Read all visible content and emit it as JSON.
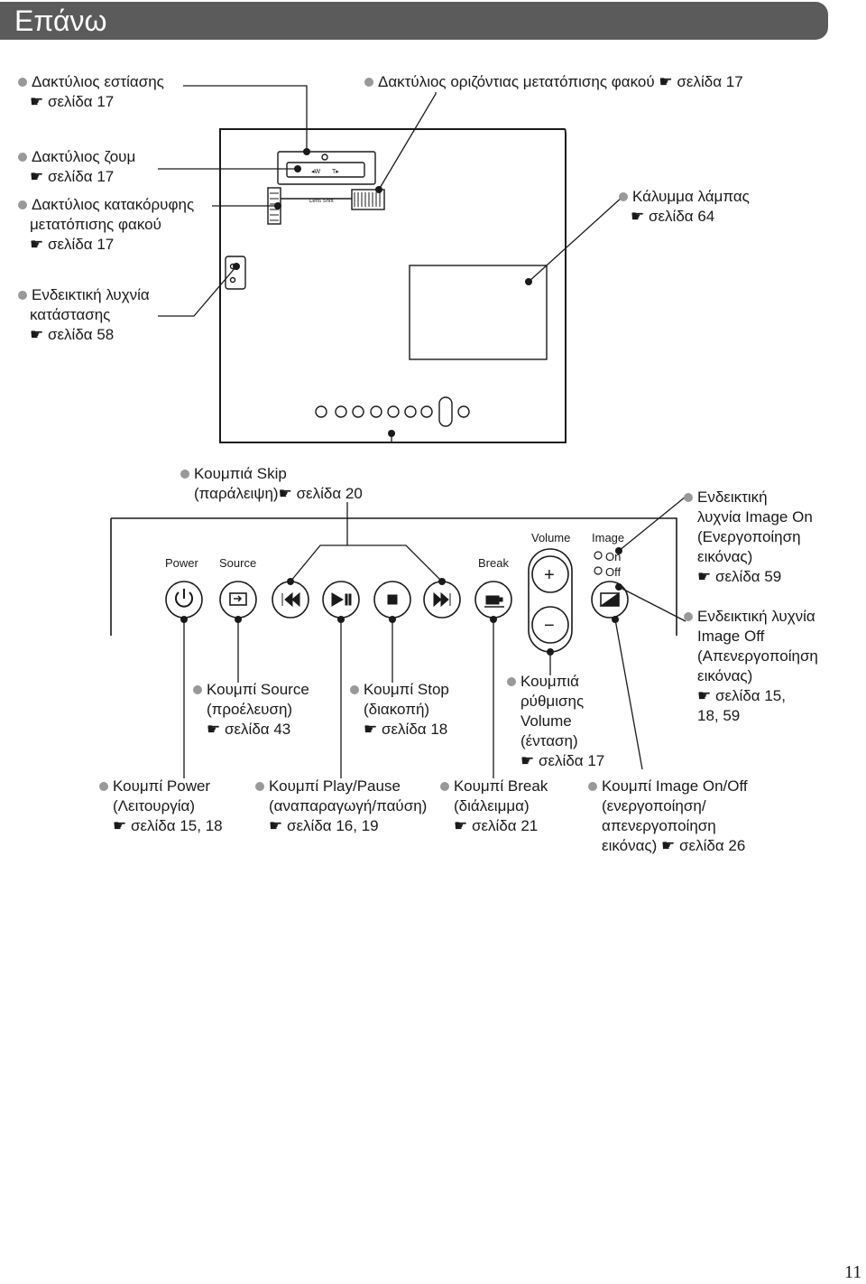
{
  "header": {
    "title": "Επάνω"
  },
  "page_number": "11",
  "ref_icon": "☛",
  "labels": {
    "focus_ring": {
      "text": "Δακτύλιος εστίασης",
      "ref": "σελίδα 17"
    },
    "horizontal_shift_ring": {
      "text": "Δακτύλιος οριζόντιας μετατόπισης φακού",
      "ref": "σελίδα 17"
    },
    "zoom_ring": {
      "text": "Δακτύλιος ζουμ",
      "ref": "σελίδα 17"
    },
    "vertical_shift_ring": {
      "line1": "Δακτύλιος κατακόρυφης",
      "line2": "μετατόπισης φακού",
      "ref": "σελίδα 17"
    },
    "lamp_cover": {
      "text": "Κάλυμμα λάμπας",
      "ref": "σελίδα 64"
    },
    "status_indicator": {
      "line1": "Ενδεικτική λυχνία",
      "line2": "κατάστασης",
      "ref": "σελίδα 58"
    },
    "skip_buttons": {
      "line1": "Κουμπιά Skip",
      "line2": "(παράλειψη)",
      "ref": "σελίδα 20"
    },
    "image_on_indicator": {
      "line1": "Ενδεικτική",
      "line2": "λυχνία Image On",
      "line3": "(Ενεργοποίηση",
      "line4": "εικόνας)",
      "ref": "σελίδα 59"
    },
    "image_off_indicator": {
      "line1": "Ενδεικτική λυχνία",
      "line2": "Image Off",
      "line3": "(Απενεργοποίηση",
      "line4": "εικόνας)",
      "ref": "σελίδα 15,",
      "ref2": "18, 59"
    },
    "source_button": {
      "line1": "Κουμπί Source",
      "line2": "(προέλευση)",
      "ref": "σελίδα 43"
    },
    "stop_button": {
      "line1": "Κουμπί Stop",
      "line2": "(διακοπή)",
      "ref": "σελίδα 18"
    },
    "volume_buttons": {
      "line1": "Κουμπιά",
      "line2": "ρύθμισης",
      "line3": "Volume",
      "line4": "(ένταση)",
      "ref": "σελίδα 17"
    },
    "power_button": {
      "line1": "Κουμπί Power",
      "line2": "(Λειτουργία)",
      "ref": "σελίδα 15, 18"
    },
    "play_pause_button": {
      "line1": "Κουμπί Play/Pause",
      "line2": "(αναπαραγωγή/παύση)",
      "ref": "σελίδα 16, 19"
    },
    "break_button": {
      "line1": "Κουμπί Break",
      "line2": "(διάλειμμα)",
      "ref": "σελίδα 21"
    },
    "image_onoff_button": {
      "line1": "Κουμπί Image On/Off",
      "line2": "(ενεργοποίηση/",
      "line3": "απενεργοποίηση",
      "line4": "εικόνας)",
      "ref": "σελίδα 26"
    }
  },
  "panel": {
    "power": "Power",
    "source": "Source",
    "break": "Break",
    "volume": "Volume",
    "image": "Image",
    "on": "On",
    "off": "Off",
    "plus": "+",
    "minus": "−"
  },
  "projector": {
    "lens_shift": "Lens Shift",
    "zoom_w": "◂W",
    "zoom_t": "T▸"
  }
}
